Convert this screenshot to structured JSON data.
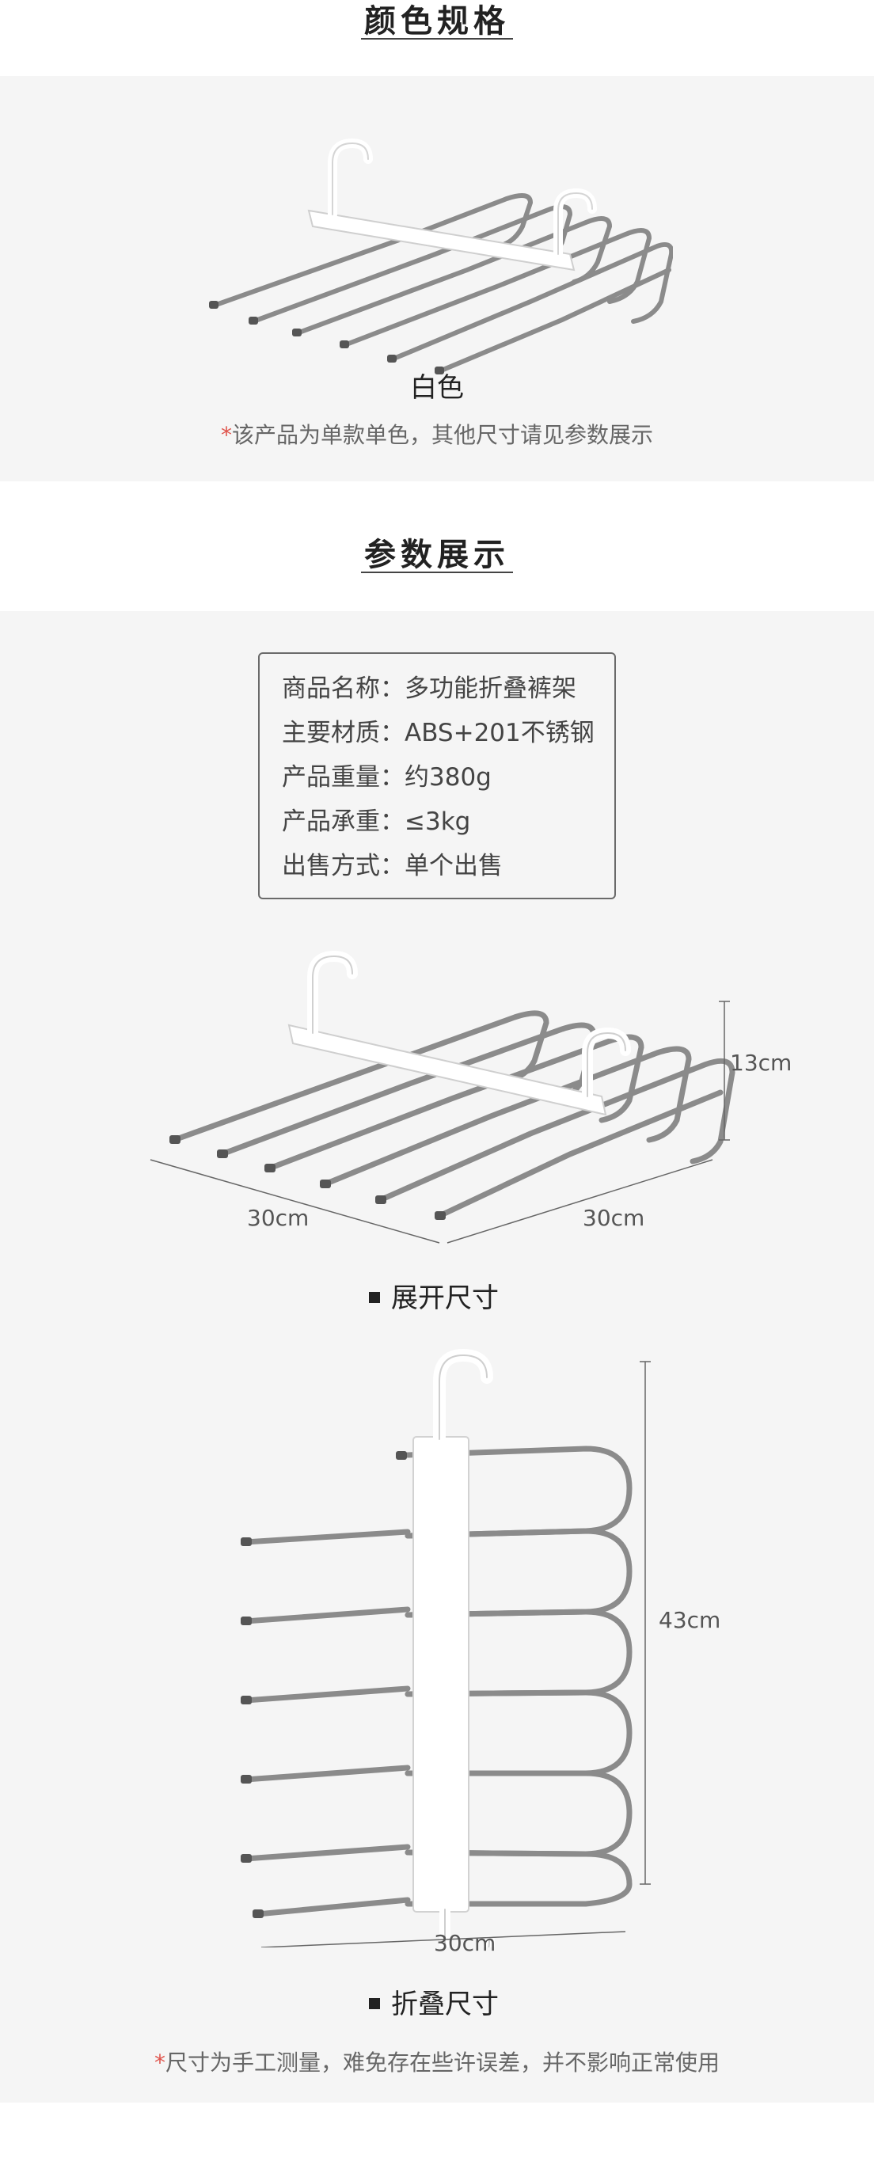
{
  "color_section": {
    "title": "颜色规格",
    "color_name": "白色",
    "note_star": "*",
    "note_text": "该产品为单款单色，其他尺寸请见参数展示"
  },
  "params_section": {
    "title": "参数展示",
    "specs": [
      {
        "label": "商品名称：",
        "value": "多功能折叠裤架"
      },
      {
        "label": "主要材质：",
        "value": "ABS+201不锈钢"
      },
      {
        "label": "产品重量：",
        "value": "约380g"
      },
      {
        "label": "产品承重：",
        "value": "≤3kg"
      },
      {
        "label": "出售方式：",
        "value": "单个出售"
      }
    ],
    "unfolded": {
      "height": "13cm",
      "width_left": "30cm",
      "width_right": "30cm",
      "caption": "展开尺寸"
    },
    "folded": {
      "height": "43cm",
      "width": "30cm",
      "caption": "折叠尺寸"
    },
    "note_star": "*",
    "note_text": "尺寸为手工测量，难免存在些许误差，并不影响正常使用"
  },
  "colors": {
    "panel_bg": "#f5f5f5",
    "accent_star": "#e0544c",
    "steel": "#8a8a8a",
    "plastic": "#ffffff"
  }
}
